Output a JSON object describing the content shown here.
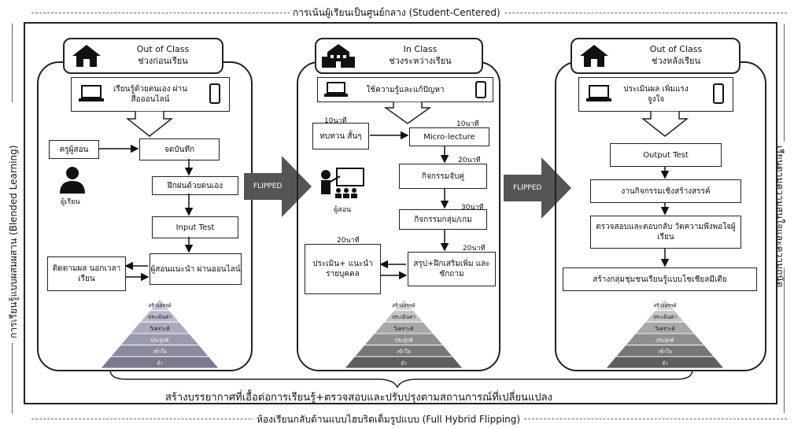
{
  "top_title": "การเน้นผู้เรียนเป็นศูนย์กลาง (Student-Centered)",
  "bottom_title": "ห้องเรียนกลับด้านแบบไฮบริดเต็มรูปแบบ (Full Hybrid Flipping)",
  "left_side_label": "การเรียนรู้แบบผสมผสาน (Blended Learning)",
  "right_side_label": "เรียนตามความสนใจและความถนัด",
  "footer_text": "สร้างบรรยากาศที่เอื้อต่อการเรียนรู้+ตรวจสอบและปรับปรุงตามสถานการณ์ที่เปลี่ยนแปลง",
  "flipped_label": "FLIPPED",
  "panel1": {
    "header_line1": "Out of Class",
    "header_line2": "ช่วงก่อนเรียน",
    "step_top": "เรียนรู้ด้วยตนเอง ผ่านสื่อออนไลน์",
    "teacher": "ครูผู้สอน",
    "student": "ผู้เรียน",
    "record": "จดบันทึก",
    "practice": "ฝึกฝนด้วยตนเอง",
    "input_test": "Input Test",
    "consult": "ผู้สอนแนะนำ ผ่านออนไลน์",
    "followup": "ติดตามผล นอกเวลาเรียน"
  },
  "panel2": {
    "header_line1": "In Class",
    "header_line2": "ช่วงระหว่างเรียน",
    "step_top": "ใช้ความรู้และแก้ปัญหา",
    "review": "ทบทวน สั้นๆ",
    "mini_lecture": "Micro-lecture",
    "pair": "กิจกรรมจับคู่",
    "group": "กิจกรรมกลุ่ม/เกม",
    "summary": "สรุป+ฝึกเสริมเพิ่ม และซักถาม",
    "evaluate": "ประเมิน+ แนะนำ รายบุคคล",
    "teacher": "ผู้สอน",
    "t1": "10นาที",
    "t2": "10นาที",
    "t3": "20นาที",
    "t4": "30นาที",
    "t5": "20นาที",
    "t6": "20นาที"
  },
  "panel3": {
    "header_line1": "Out of Class",
    "header_line2": "ช่วงหลังเรียน",
    "step_top": "ประเมินผล เพิ่มแรงจูงใจ",
    "output_test": "Output Test",
    "creative": "งานกิจกรรมเชิงสร้างสรรค์",
    "check": "ตรวจสอบและตอบกลับ วัดความพึงพอใจผู้เรียน",
    "community": "สร้างกลุ่มชุมชนเรียนรู้แบบโซเชียลมีเดีย"
  },
  "pyramid_levels": [
    "สร้างสรรค์",
    "ประเมินค่า",
    "วิเคราะห์",
    "ประยุกต์",
    "เข้าใจ",
    "จำ"
  ],
  "colors": {
    "arrow": "#555555",
    "pyramid1": [
      "#c9c9d6",
      "#b9b9c9",
      "#aaaabb",
      "#9a9aad",
      "#8a8a9e",
      "#7a7a8f"
    ],
    "pyramid2": [
      "#d8d8d8",
      "#c4c4c4",
      "#a8a8a8",
      "#8f8f8f",
      "#777777",
      "#5e5e5e"
    ]
  }
}
